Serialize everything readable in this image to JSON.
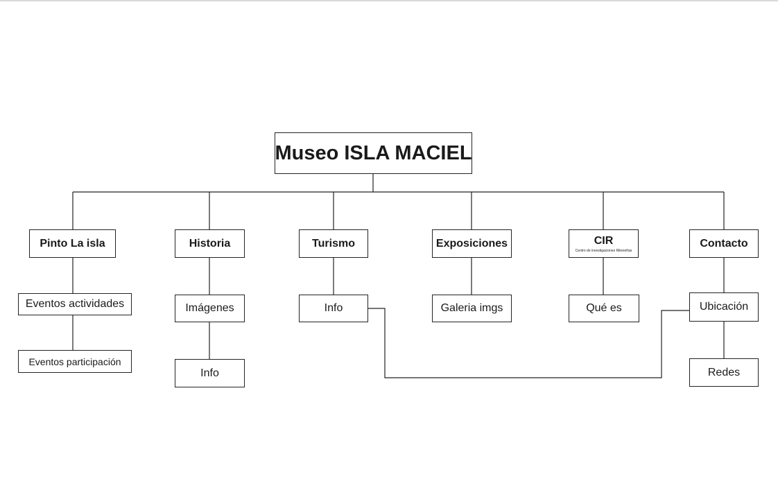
{
  "root": {
    "title": "Museo ISLA MACIEL"
  },
  "categories": [
    {
      "label": "Pinto La isla",
      "children": [
        "Eventos actividades",
        "Eventos participación"
      ]
    },
    {
      "label": "Historia",
      "children": [
        "Imágenes",
        "Info"
      ]
    },
    {
      "label": "Turismo",
      "children": [
        "Info"
      ]
    },
    {
      "label": "Exposiciones",
      "children": [
        "Galeria imgs"
      ]
    },
    {
      "label": "CIR",
      "subtitle": "Centro de investigaciones Ribereñas",
      "children": [
        "Qué es"
      ]
    },
    {
      "label": "Contacto",
      "children": [
        "Ubicación",
        "Redes"
      ]
    }
  ],
  "colors": {
    "line": "#222222",
    "text": "#1a1a1a",
    "background": "#ffffff"
  }
}
